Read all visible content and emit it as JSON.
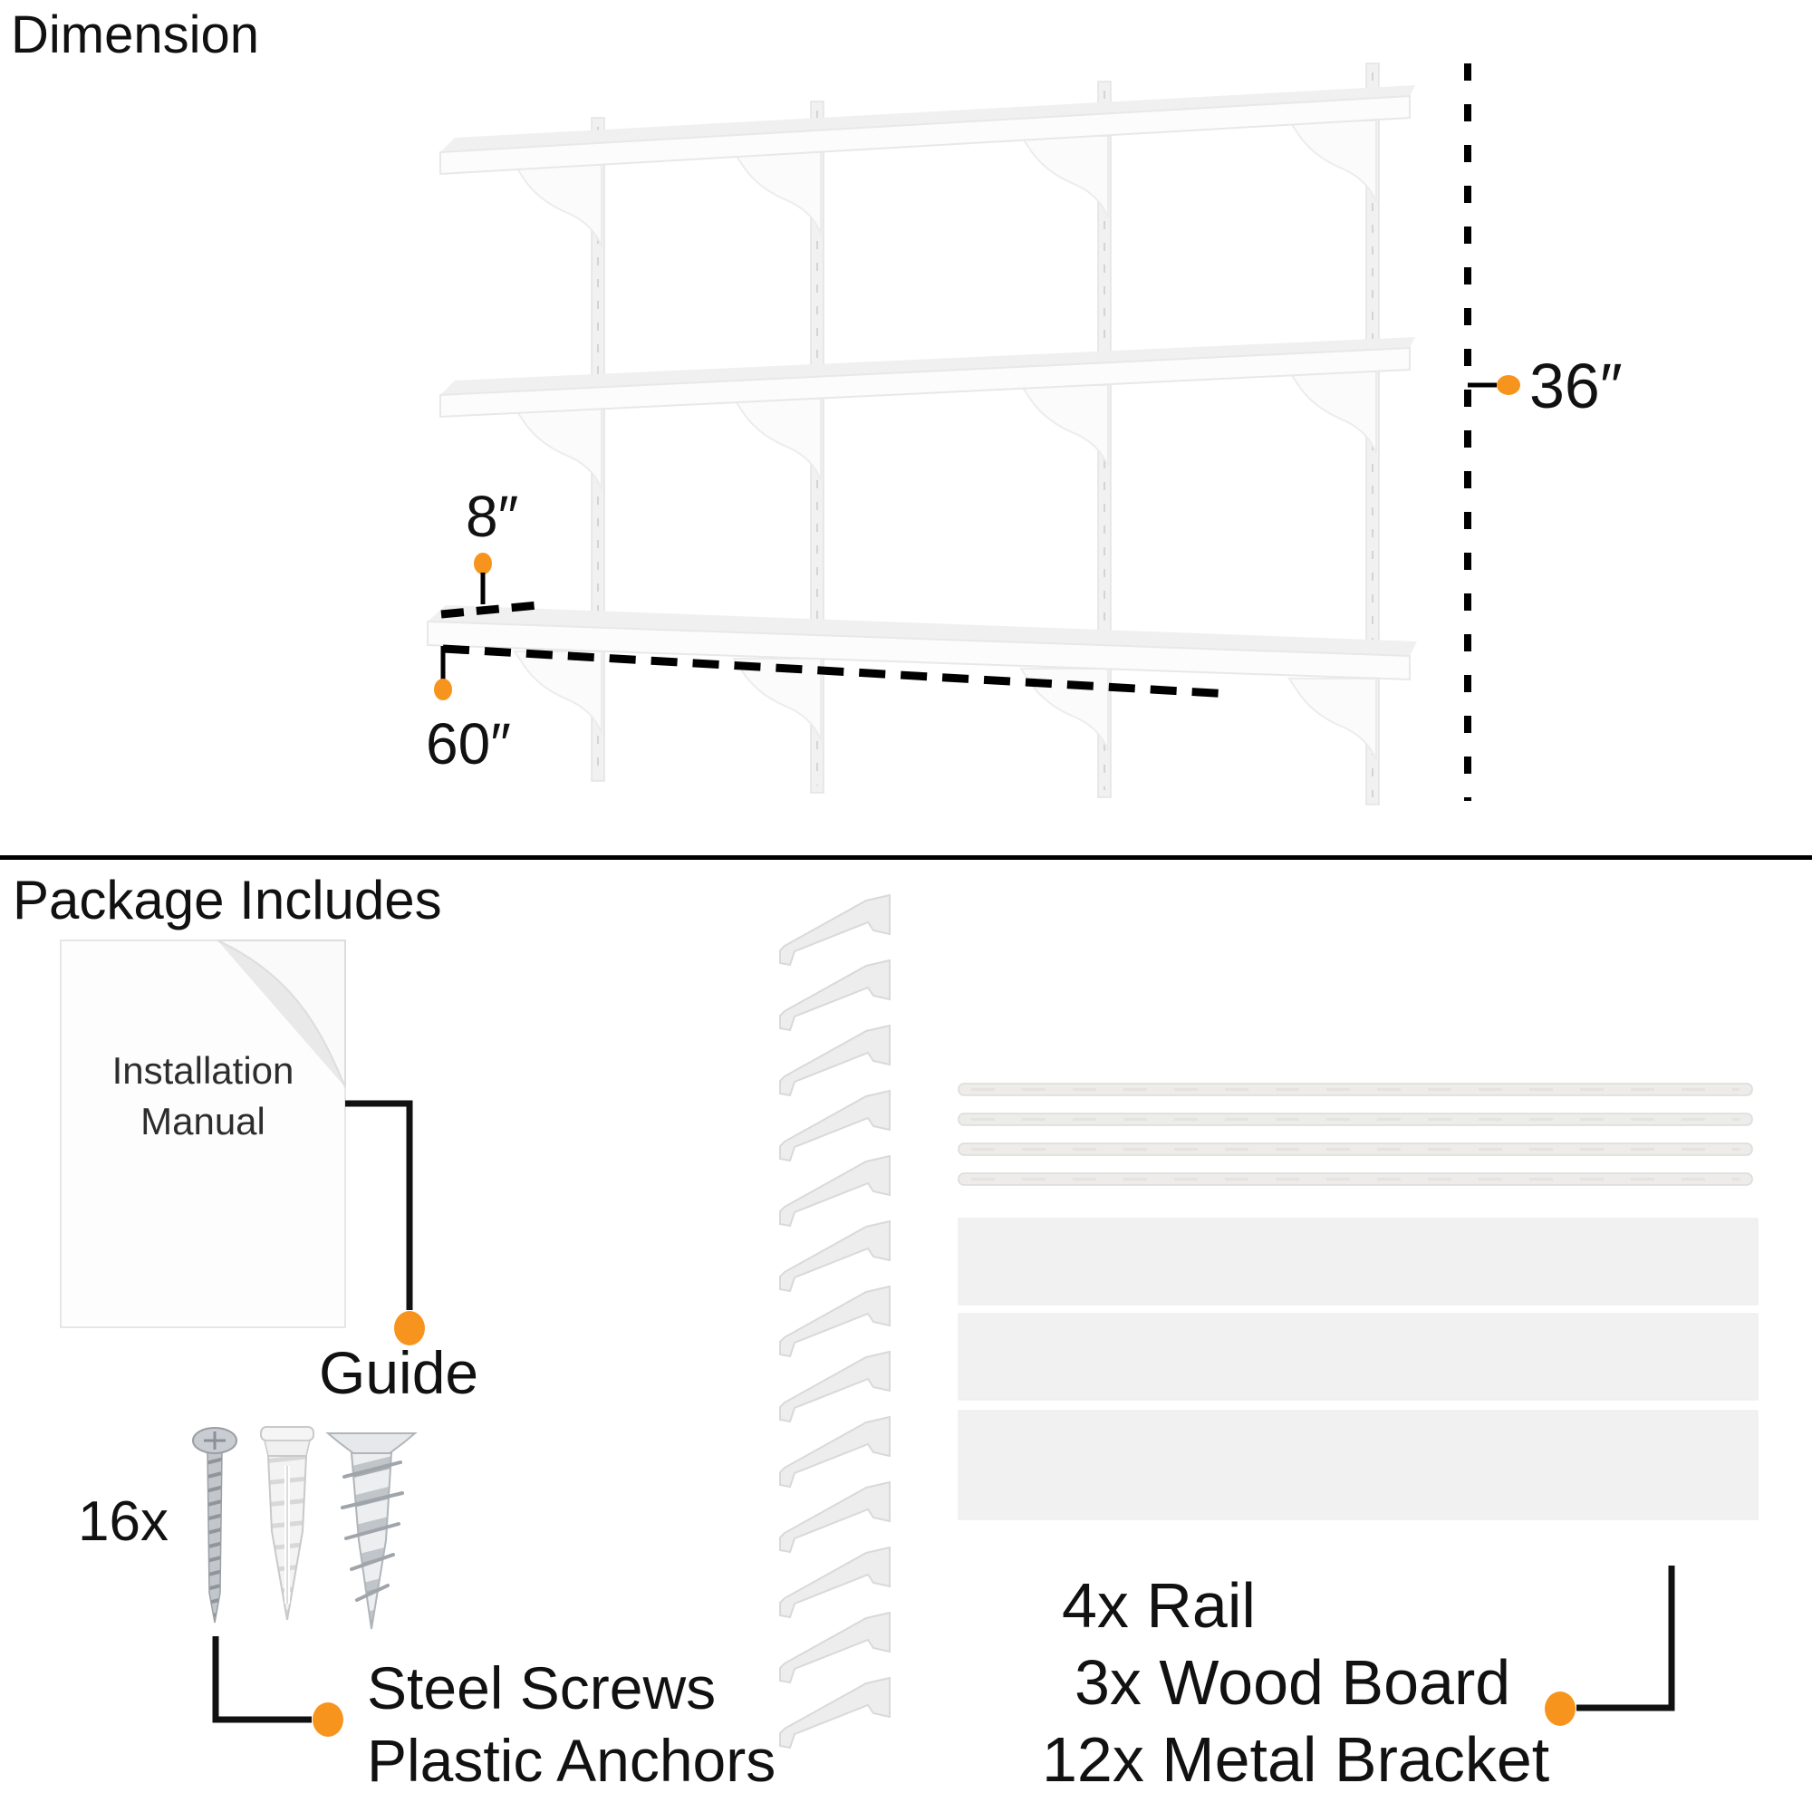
{
  "accent_color": "#F7941D",
  "dimension": {
    "title": "Dimension",
    "depth_label": "8″",
    "length_label": "60″",
    "height_label": "36″"
  },
  "package": {
    "title": "Package Includes",
    "manual_line1": "Installation",
    "manual_line2": "Manual",
    "guide_label": "Guide",
    "hardware_count_label": "16x",
    "hardware_line1": "Steel Screws",
    "hardware_line2": "Plastic Anchors",
    "rail_label": "4x Rail",
    "board_label": "3x Wood Board",
    "bracket_label": "12x Metal Bracket"
  }
}
